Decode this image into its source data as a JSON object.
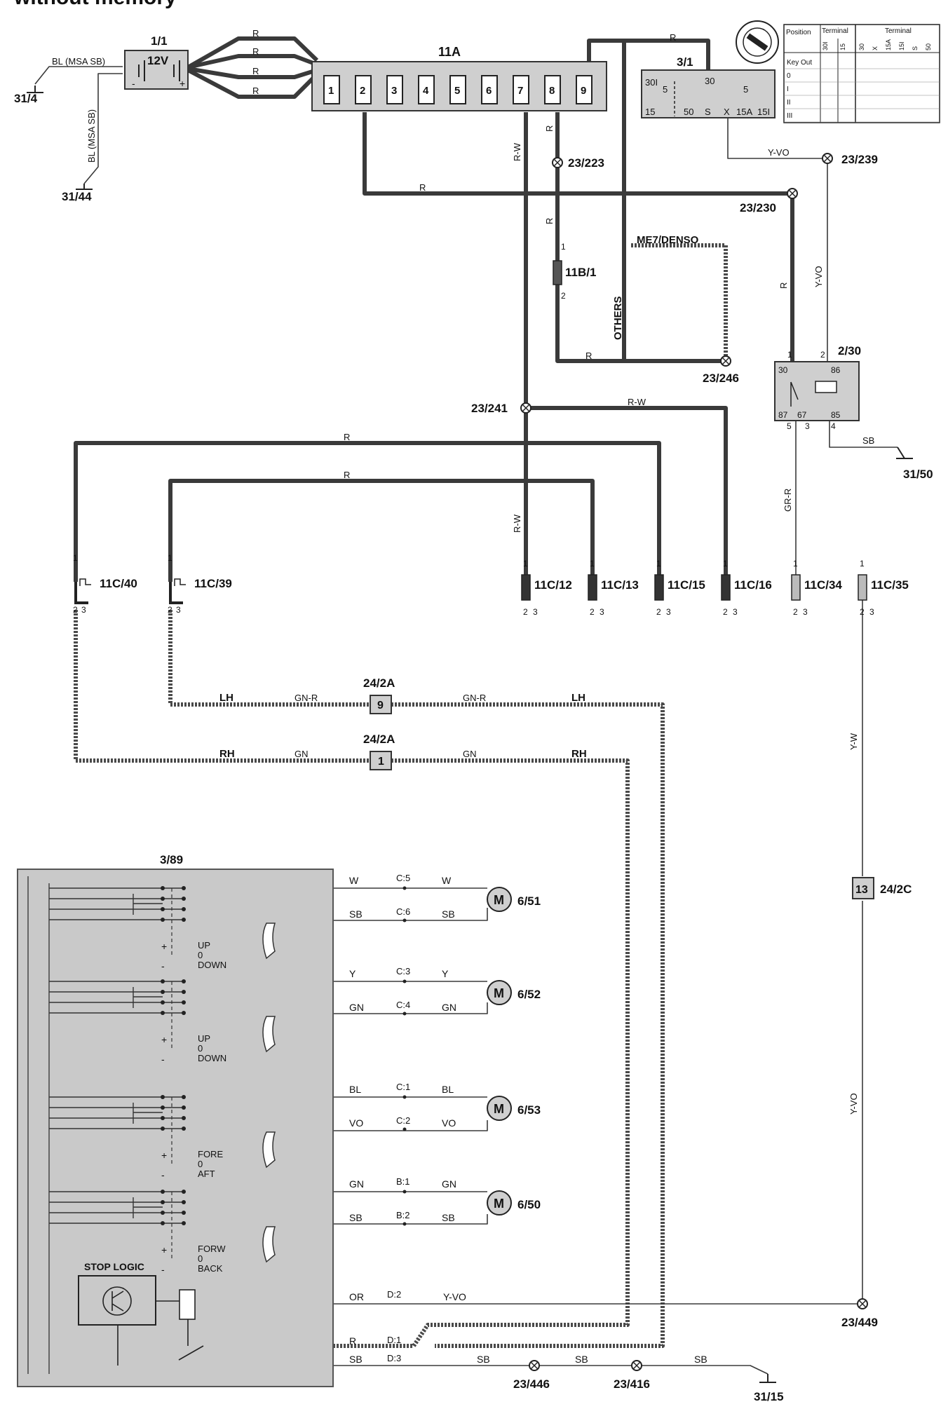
{
  "header": {
    "title_fragment": "without memory"
  },
  "battery": {
    "id": "1/1",
    "voltage": "12V",
    "minus": "-",
    "plus": "+"
  },
  "grounds": {
    "g31_4": "31/4",
    "g31_44": "31/44",
    "g31_50": "31/50",
    "g31_15": "31/15"
  },
  "wire_colors": {
    "bl_msa_sb": "BL (MSA SB)",
    "r": "R",
    "rw": "R-W",
    "yvo": "Y-VO",
    "grr": "GR-R",
    "yw": "Y-W",
    "sb": "SB",
    "gn_r": "GN-R",
    "gn": "GN",
    "lh": "LH",
    "rh": "RH",
    "w": "W",
    "y": "Y",
    "bl": "BL",
    "vo": "VO",
    "or": "OR"
  },
  "fuse_box": {
    "id": "11A",
    "slots": [
      "1",
      "2",
      "3",
      "4",
      "5",
      "6",
      "7",
      "8",
      "9"
    ]
  },
  "ignition_switch": {
    "id": "3/1",
    "terminals": {
      "t30i": "30I",
      "t30": "30",
      "t5a": "5",
      "t5b": "5",
      "t15": "15",
      "t50": "50",
      "tS": "S",
      "tX": "X",
      "t15A": "15A",
      "t15I": "15I"
    }
  },
  "key_table": {
    "header_position": "Position",
    "header_terminal_a": "Terminal",
    "header_terminal_b": "Terminal",
    "cols_a": [
      "30I",
      "15"
    ],
    "cols_b": [
      "30",
      "X",
      "15A",
      "15I",
      "S",
      "50"
    ],
    "rows": [
      "Key Out",
      "0",
      "I",
      "II",
      "III"
    ]
  },
  "splices": {
    "s23_223": "23/223",
    "s23_239": "23/239",
    "s23_230": "23/230",
    "s23_246": "23/246",
    "s23_241": "23/241",
    "s23_449": "23/449",
    "s23_446": "23/446",
    "s23_416": "23/416"
  },
  "fuse_11b": {
    "id": "11B/1",
    "pin1": "1",
    "pin2": "2"
  },
  "engine_labels": {
    "me7": "ME7/DENSO",
    "others": "OTHERS"
  },
  "relay": {
    "id": "2/30",
    "p30": "30",
    "p86": "86",
    "p87": "87",
    "p67": "67",
    "p85": "85",
    "n1": "1",
    "n2": "2",
    "n5": "5",
    "n3": "3",
    "n4": "4"
  },
  "breakers": [
    "11C/40",
    "11C/39"
  ],
  "fuses_11c": [
    "11C/12",
    "11C/13",
    "11C/15",
    "11C/16",
    "11C/34",
    "11C/35"
  ],
  "pin_labels": {
    "one": "1",
    "two": "2",
    "three": "3"
  },
  "connectors": {
    "c24_2a_top": "24/2A",
    "c24_2a_top_pin": "9",
    "c24_2a_bot": "24/2A",
    "c24_2a_bot_pin": "1",
    "c24_2c": "24/2C",
    "c24_2c_pin": "13"
  },
  "seat_module": {
    "id": "3/89",
    "stop_logic": "STOP LOGIC",
    "sw1": [
      "UP",
      "0",
      "DOWN"
    ],
    "sw2": [
      "UP",
      "0",
      "DOWN"
    ],
    "sw3": [
      "FORE",
      "0",
      "AFT"
    ],
    "sw4": [
      "FORW",
      "0",
      "BACK"
    ],
    "plus": "+",
    "minus": "-"
  },
  "motors": [
    {
      "id": "6/51",
      "symbol": "M",
      "pins": [
        "C:5",
        "C:6"
      ],
      "wires": [
        "W",
        "SB"
      ]
    },
    {
      "id": "6/52",
      "symbol": "M",
      "pins": [
        "C:3",
        "C:4"
      ],
      "wires": [
        "Y",
        "GN"
      ]
    },
    {
      "id": "6/53",
      "symbol": "M",
      "pins": [
        "C:1",
        "C:2"
      ],
      "wires": [
        "BL",
        "VO"
      ]
    },
    {
      "id": "6/50",
      "symbol": "M",
      "pins": [
        "B:1",
        "B:2"
      ],
      "wires": [
        "GN",
        "SB"
      ]
    }
  ],
  "bottom_pins": {
    "d2": "D:2",
    "d1": "D:1",
    "d3": "D:3"
  }
}
